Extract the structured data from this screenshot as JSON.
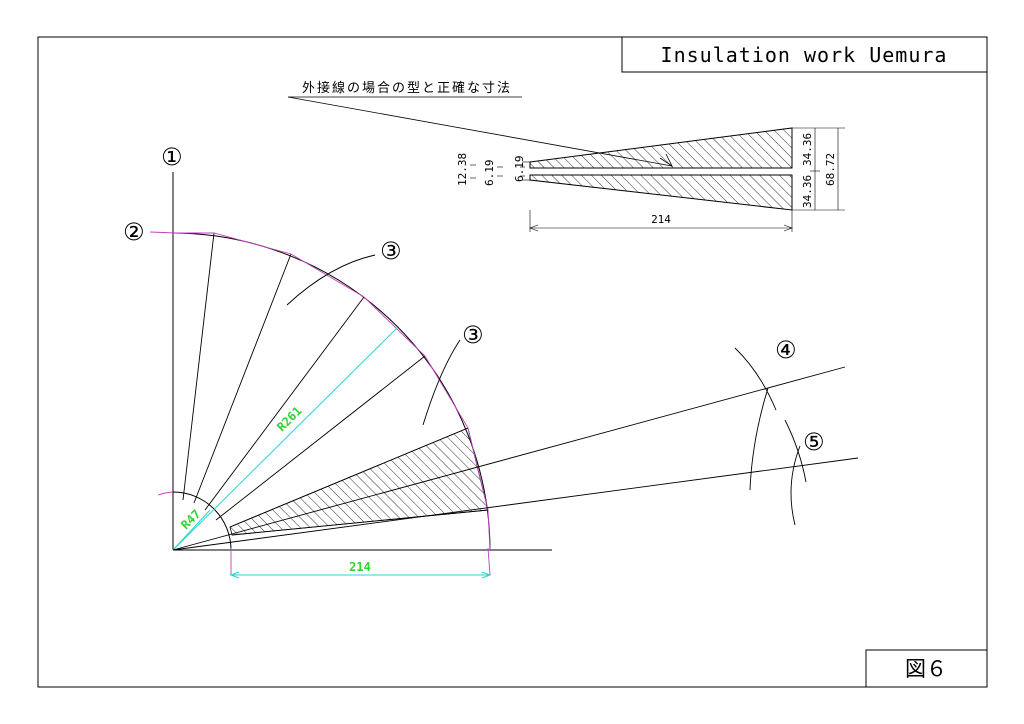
{
  "title_block": {
    "title": "Insulation work Uemura",
    "figure_label": "図６"
  },
  "note": "外接線の場合の型と正確な寸法",
  "dimensions": {
    "d12_38": "12.38",
    "d6_19_a": "6.19",
    "d6_19_b": "6.19",
    "half_top": "34.36",
    "half_bottom": "34.36",
    "total_height": "68.72",
    "pattern_length": "214",
    "inner_radius": "R47",
    "outer_radius": "R261",
    "width_214": "214"
  },
  "markers": {
    "m1": "①",
    "m2": "②",
    "m3a": "③",
    "m3b": "③",
    "m4": "④",
    "m5": "⑤"
  },
  "colors": {
    "line": "#000000",
    "dimension_green": "#2fd62f",
    "dimension_cyan": "#2ad3d3",
    "arc_magenta": "#c040c0"
  }
}
